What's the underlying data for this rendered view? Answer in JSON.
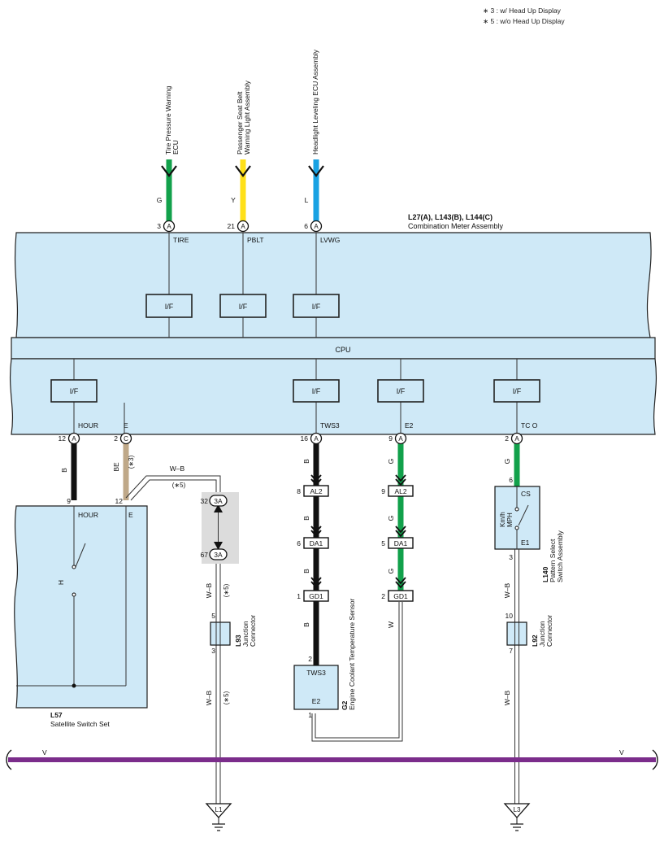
{
  "notes": [
    "∗ 3 : w/ Head Up Display",
    "∗ 5 : w/o Head Up Display"
  ],
  "meter": {
    "title": "L27(A), L143(B), L144(C)",
    "subtitle": "Combination Meter Assembly",
    "cpu_label": "CPU",
    "if_label": "I/F"
  },
  "top_inputs": [
    {
      "device": [
        "Tire Pressure Warning",
        "ECU"
      ],
      "wire": "G",
      "pin": "3",
      "conn": "A",
      "terminal": "TIRE",
      "color": "#12a14b"
    },
    {
      "device": [
        "Passenger Seat Belt",
        "Warning Light Assembly"
      ],
      "wire": "Y",
      "pin": "21",
      "conn": "A",
      "terminal": "PBLT",
      "color": "#ffe019"
    },
    {
      "device": [
        "Headlight Leveling ECU Assembly"
      ],
      "wire": "L",
      "pin": "6",
      "conn": "A",
      "terminal": "LVWG",
      "color": "#19a2e3"
    }
  ],
  "bottom_pins": [
    {
      "pin": "12",
      "conn": "A",
      "terminal": "HOUR"
    },
    {
      "pin": "2",
      "conn": "C",
      "terminal": "E"
    },
    {
      "pin": "16",
      "conn": "A",
      "terminal": "TWS3"
    },
    {
      "pin": "9",
      "conn": "A",
      "terminal": "E2"
    },
    {
      "pin": "2",
      "conn": "A",
      "terminal": "TC O"
    }
  ],
  "wire_labels": {
    "hour_wire": "B",
    "e_wire": "BE",
    "e_note": "(∗3)",
    "wb": "W–B",
    "wb_note": "(∗5)",
    "tws3_wire": "B",
    "e2_wire": "G",
    "e2_w": "W",
    "tc_wire": "G",
    "v_bus": "V"
  },
  "inline_connectors": {
    "al2": {
      "name": "AL2",
      "left_pin": "8",
      "right_pin": "9"
    },
    "da1": {
      "name": "DA1",
      "left_pin": "6",
      "right_pin": "5"
    },
    "gd1": {
      "name": "GD1",
      "left_pin": "1",
      "right_pin": "2"
    },
    "j3a_top": {
      "name": "3A",
      "pin": "32"
    },
    "j3a_bottom": {
      "name": "3A",
      "pin": "67"
    }
  },
  "satellite": {
    "id": "L57",
    "name": "Satellite Switch Set",
    "pin_hour": "9",
    "pin_e": "12",
    "t_hour": "HOUR",
    "t_e": "E",
    "switch": "H"
  },
  "l93": {
    "id": "L93",
    "name": [
      "Junction",
      "Connector"
    ],
    "pin_top": "5",
    "pin_bottom": "3"
  },
  "l92": {
    "id": "L92",
    "name": [
      "Junction",
      "Connector"
    ],
    "pin_top": "10",
    "pin_bottom": "7"
  },
  "g2": {
    "id": "G2",
    "name": "Engine Coolant Temperature Sensor",
    "pin_top": "2",
    "pin_bottom": "1",
    "t_top": "TWS3",
    "t_bottom": "E2"
  },
  "l140": {
    "id": "L140",
    "name": [
      "Pattern Select",
      "Switch Assembly"
    ],
    "pin_top": "6",
    "pin_bottom": "3",
    "t_top": "CS",
    "t_bottom": "E1",
    "kmh": "Km/h",
    "mph": "MPH"
  },
  "grounds": [
    "L1",
    "L3"
  ]
}
